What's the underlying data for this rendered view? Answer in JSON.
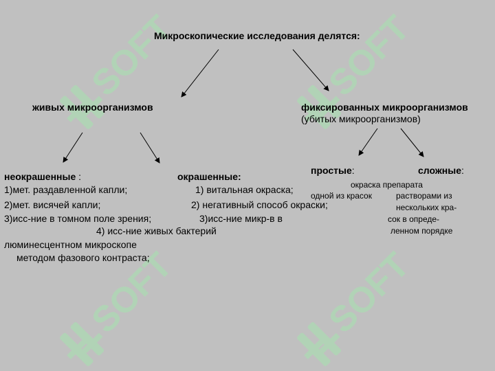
{
  "title": "Микроскопические исследования делятся:",
  "live": "живых микроорганизмов",
  "fixed": "фиксированных микроорганизмов",
  "fixed_sub": "(убитых микроорганизмов)",
  "unstained": {
    "heading": "неокрашенные",
    "colon": " :",
    "items": [
      "1)мет. раздавленной капли;",
      "2)мет. висячей капли;",
      "3)исс-ние в томном поле зрения;",
      "люминесцентном микроскопе",
      "методом фазового контраста;"
    ]
  },
  "stained": {
    "heading": "окрашенные:",
    "items": [
      "1)  витальная окраска;",
      "2) негативный способ  окраски;",
      "3)исс-ние микр-в в",
      "4) исс-ние живых бактерий"
    ]
  },
  "simple": {
    "heading": "простые",
    "colon": ":",
    "lines": [
      "окраска препарата",
      "одной из красок"
    ]
  },
  "complex": {
    "heading": "сложные",
    "colon": ":",
    "lines": [
      "растворами из",
      "нескольких кра-",
      "сок в опреде-",
      "ленном порядке"
    ]
  },
  "watermark": {
    "text": "SOFT",
    "color": "#a8e0b0"
  }
}
